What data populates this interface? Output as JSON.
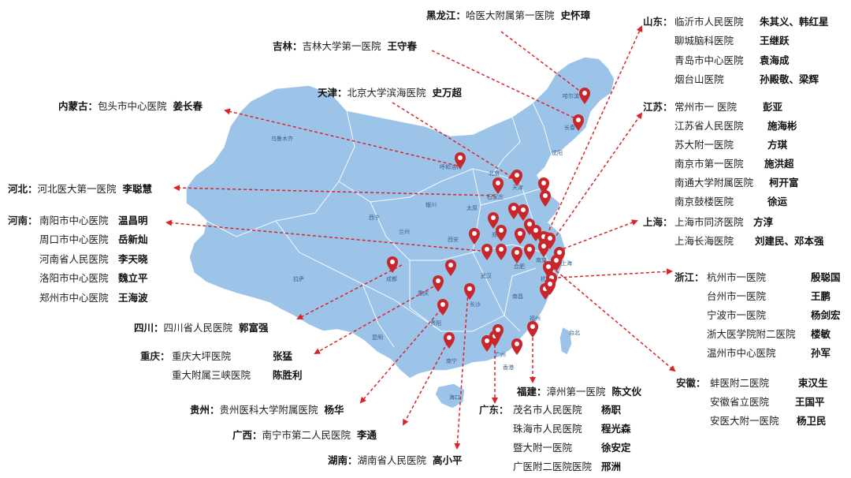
{
  "colors": {
    "map_fill": "#9cc4e9",
    "map_stroke": "#ffffff",
    "pin": "#c8262b",
    "line": "#d9252a",
    "text": "#222222"
  },
  "map_city_labels": [
    "哈尔滨",
    "长春",
    "沈阳",
    "呼和浩特",
    "北京",
    "天津",
    "太原",
    "石家庄",
    "济南",
    "郑州",
    "西安",
    "兰州",
    "西宁",
    "银川",
    "乌鲁木齐",
    "拉萨",
    "成都",
    "重庆",
    "武汉",
    "合肥",
    "南京",
    "上海",
    "杭州",
    "南昌",
    "长沙",
    "贵阳",
    "昆明",
    "南宁",
    "广州",
    "香港",
    "福州",
    "台北",
    "海口"
  ],
  "heilongjiang": {
    "prov": "黑龙江：",
    "hosp": "哈医大附属第一医院",
    "doc": "史怀璋"
  },
  "jilin": {
    "prov": "吉林：",
    "hosp": "吉林大学第一医院",
    "doc": "王守春"
  },
  "tianjin": {
    "prov": "天津：",
    "hosp": "北京大学滨海医院",
    "doc": "史万超"
  },
  "neimenggu": {
    "prov": "内蒙古：",
    "hosp": "包头市中心医院",
    "doc": "姜长春"
  },
  "hebei": {
    "prov": "河北：",
    "hosp": "河北医大第一医院",
    "doc": "李聪慧"
  },
  "henan": {
    "prov": "河南：",
    "rows": [
      {
        "hosp": "南阳市中心医院",
        "doc": "温昌明"
      },
      {
        "hosp": "周口市中心医院",
        "doc": "岳新灿"
      },
      {
        "hosp": "河南省人民医院",
        "doc": "李天晓"
      },
      {
        "hosp": "洛阳市中心医院",
        "doc": "魏立平"
      },
      {
        "hosp": "郑州市中心医院",
        "doc": "王海波"
      }
    ]
  },
  "sichuan": {
    "prov": "四川：",
    "hosp": "四川省人民医院",
    "doc": "郭富强"
  },
  "chongqing": {
    "prov": "重庆：",
    "rows": [
      {
        "hosp": "重庆大坪医院",
        "doc": "张猛"
      },
      {
        "hosp": "重大附属三峡医院",
        "doc": "陈胜利"
      }
    ]
  },
  "guizhou": {
    "prov": "贵州：",
    "hosp": "贵州医科大学附属医院",
    "doc": "杨华"
  },
  "guangxi": {
    "prov": "广西：",
    "hosp": "南宁市第二人民医院",
    "doc": "李通"
  },
  "hunan": {
    "prov": "湖南：",
    "hosp": "湖南省人民医院",
    "doc": "高小平"
  },
  "shandong": {
    "prov": "山东：",
    "rows": [
      {
        "hosp": "临沂市人民医院",
        "doc": "朱其义、韩红星"
      },
      {
        "hosp": "聊城脑科医院",
        "doc": "王继跃"
      },
      {
        "hosp": "青岛市中心医院",
        "doc": "袁海成"
      },
      {
        "hosp": "烟台山医院",
        "doc": "孙殿敬、梁辉"
      }
    ]
  },
  "jiangsu": {
    "prov": "江苏：",
    "rows": [
      {
        "hosp": "常州市一 医院",
        "doc": "彭亚"
      },
      {
        "hosp": "江苏省人民医院",
        "doc": "施海彬"
      },
      {
        "hosp": "苏大附一医院",
        "doc": "方琪"
      },
      {
        "hosp": "南京市第一医院",
        "doc": "施洪超"
      },
      {
        "hosp": "南通大学附属医院",
        "doc": "柯开富"
      },
      {
        "hosp": "南京鼓楼医院",
        "doc": "徐运"
      }
    ]
  },
  "shanghai": {
    "prov": "上海：",
    "rows": [
      {
        "hosp": "上海市同济医院",
        "doc": "方淳"
      },
      {
        "hosp": "上海长海医院",
        "doc": "刘建民、邓本强"
      }
    ]
  },
  "zhejiang": {
    "prov": "浙江：",
    "rows": [
      {
        "hosp": "杭州市一医院",
        "doc": "殷聪国"
      },
      {
        "hosp": "台州市一医院",
        "doc": "王鹏"
      },
      {
        "hosp": "宁波市一医院",
        "doc": "杨剑宏"
      },
      {
        "hosp": "浙大医学院附二医院",
        "doc": "楼敏"
      },
      {
        "hosp": "温州市中心医院",
        "doc": "孙军"
      }
    ]
  },
  "anhui": {
    "prov": "安徽：",
    "rows": [
      {
        "hosp": "蚌医附二医院",
        "doc": "束汉生"
      },
      {
        "hosp": "安徽省立医院",
        "doc": "王国平"
      },
      {
        "hosp": "安医大附一医院",
        "doc": "杨卫民"
      }
    ]
  },
  "fujian": {
    "prov": "福建：",
    "hosp": "漳州第一医院",
    "doc": "陈文伙"
  },
  "guangdong": {
    "prov": "广东：",
    "rows": [
      {
        "hosp": "茂名市人民医院",
        "doc": "杨职"
      },
      {
        "hosp": "珠海市人民医院",
        "doc": "程光森"
      },
      {
        "hosp": "暨大附一医院",
        "doc": "徐安定"
      },
      {
        "hosp": "广医附二医院医院",
        "doc": "邢洲"
      }
    ]
  }
}
